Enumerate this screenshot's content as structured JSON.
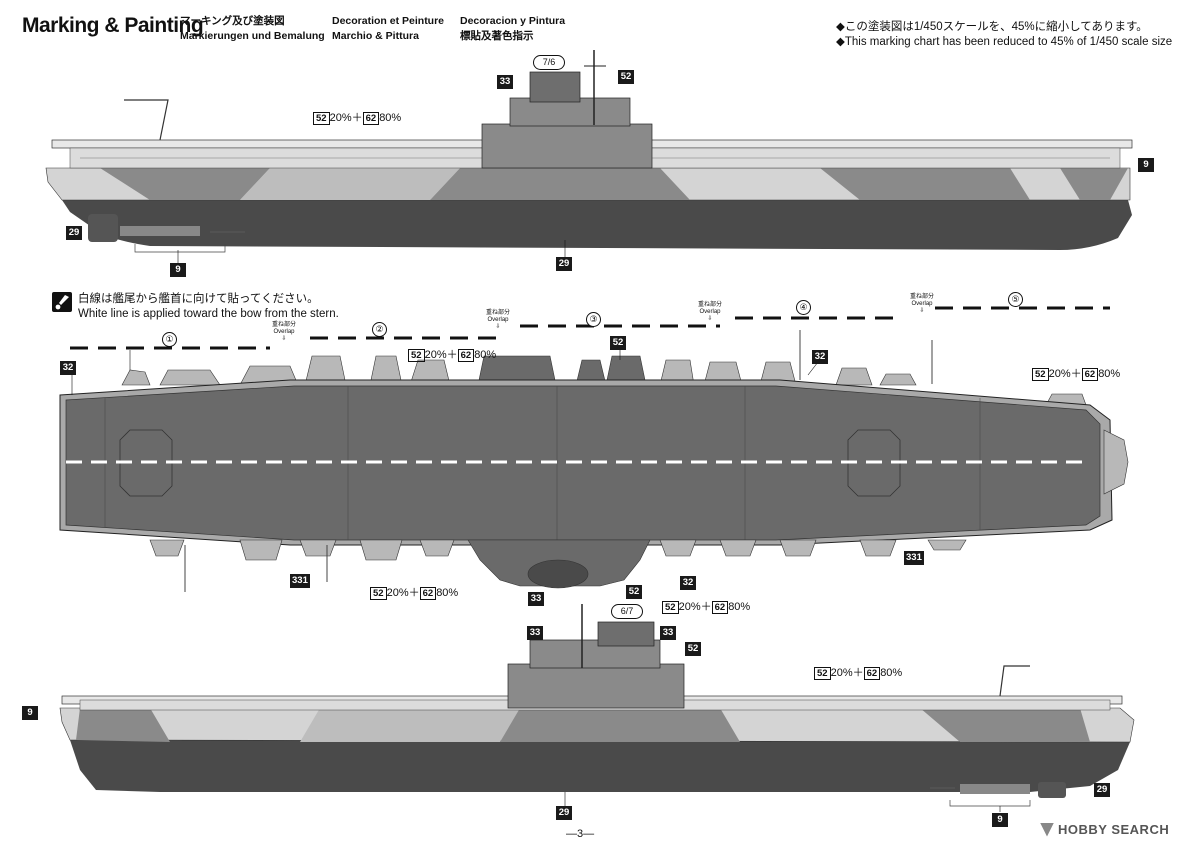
{
  "header": {
    "title": "Marking & Painting",
    "languages": [
      [
        "マーキング及び塗装図",
        "Markierungen und Bemalung"
      ],
      [
        "Decoration et Peinture",
        "Marchio & Pittura"
      ],
      [
        "Decoracion y Pintura",
        "標貼及著色指示"
      ]
    ],
    "scale_note_jp": "◆この塗装図は1/450スケールを、45%に縮小してあります。",
    "scale_note_en": "◆This marking chart has been reduced to 45% of 1/450 scale size"
  },
  "white_line_note": {
    "jp": "白線は艦尾から艦首に向けて貼ってください。",
    "en": "White line is applied toward the bow from the stern."
  },
  "codes": {
    "c9": "9",
    "c29": "29",
    "c32": "32",
    "c33": "33",
    "c52": "52",
    "c62": "62",
    "c331": "331",
    "decal_76": "7/6",
    "decal_67": "6/7"
  },
  "mix": {
    "a": "20%＋",
    "b": "80%"
  },
  "segments": [
    "①",
    "②",
    "③",
    "④",
    "⑤"
  ],
  "overlap": {
    "jp": "重ね部分",
    "en": "Overlap"
  },
  "colors": {
    "hull_dark": "#4a4a4a",
    "hull_mid": "#8a8a8a",
    "hull_light": "#cfcfcf",
    "deck": "#6a6a6a",
    "deck_edge": "#a9a9a9"
  },
  "page_number": "—3—",
  "watermark": "HOBBY SEARCH"
}
